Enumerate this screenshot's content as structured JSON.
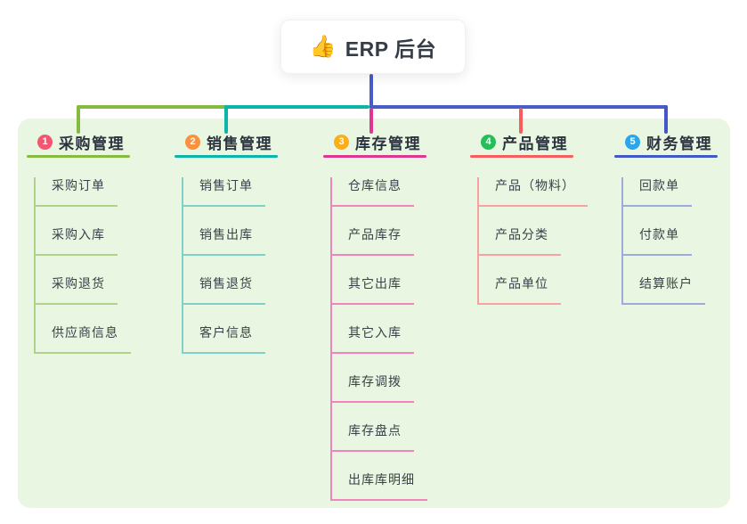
{
  "root": {
    "icon": "👍",
    "title": "ERP 后台"
  },
  "colors": {
    "panel_bg": "#e9f6e2",
    "trunk": "#4a5cc8"
  },
  "branches": [
    {
      "number": "1",
      "title": "采购管理",
      "badge_color": "#f25672",
      "accent": "#85bb40",
      "light": "#aed389",
      "children": [
        "采购订单",
        "采购入库",
        "采购退货",
        "供应商信息"
      ]
    },
    {
      "number": "2",
      "title": "销售管理",
      "badge_color": "#f8923f",
      "accent": "#0db5a8",
      "light": "#7fd0c8",
      "children": [
        "销售订单",
        "销售出库",
        "销售退货",
        "客户信息"
      ]
    },
    {
      "number": "3",
      "title": "库存管理",
      "badge_color": "#fbae17",
      "accent": "#e0368f",
      "light": "#ee85bc",
      "children": [
        "仓库信息",
        "产品库存",
        "其它出库",
        "其它入库",
        "库存调拨",
        "库存盘点",
        "出库库明细"
      ]
    },
    {
      "number": "4",
      "title": "产品管理",
      "badge_color": "#26bd5b",
      "accent": "#f95c5c",
      "light": "#f7a2a2",
      "children": [
        "产品（物料）",
        "产品分类",
        "产品单位"
      ]
    },
    {
      "number": "5",
      "title": "财务管理",
      "badge_color": "#2aa7ec",
      "accent": "#4258c4",
      "light": "#9cabdc",
      "children": [
        "回款单",
        "付款单",
        "结算账户"
      ]
    }
  ]
}
